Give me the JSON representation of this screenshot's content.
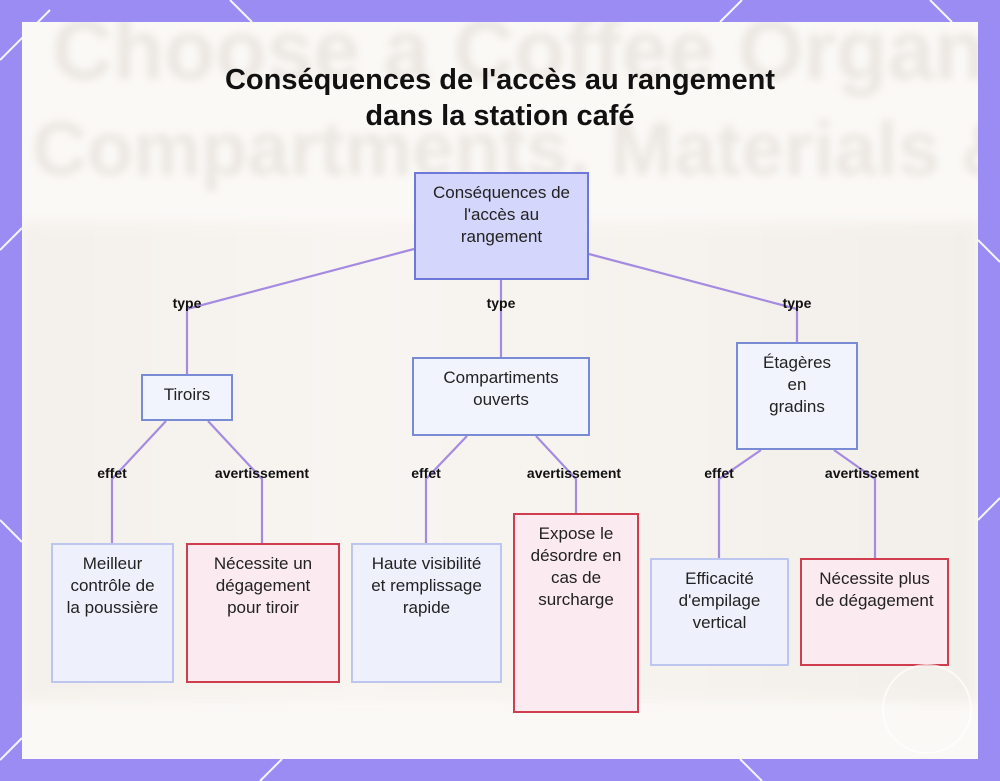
{
  "title": {
    "line1": "Conséquences de l'accès au rangement",
    "line2": "dans la station café"
  },
  "background_text": {
    "line1": "Choose a Coffee Organizer",
    "line2": "Compartments, Materials & Layout"
  },
  "colors": {
    "frame": "#9b8cf4",
    "edge": "#a58be0",
    "root_fill": "#d4d6fb",
    "warning_border": "#cf3d4e"
  },
  "nodes": {
    "root": "Conséquences de l'accès au rangement",
    "tiroirs": "Tiroirs",
    "compartiments": "Compartiments ouverts",
    "etageres": "Étagères en gradins",
    "tiroirs_effet": "Meilleur contrôle de la poussière",
    "tiroirs_avert": "Nécessite un dégagement pour tiroir",
    "compart_effet": "Haute visibilité et remplissage rapide",
    "compart_avert": "Expose le désordre en cas de surcharge",
    "etag_effet": "Efficacité d'empilage vertical",
    "etag_avert": "Nécessite plus de dégagement"
  },
  "edge_labels": {
    "type": "type",
    "effet": "effet",
    "avertissement": "avertissement"
  }
}
